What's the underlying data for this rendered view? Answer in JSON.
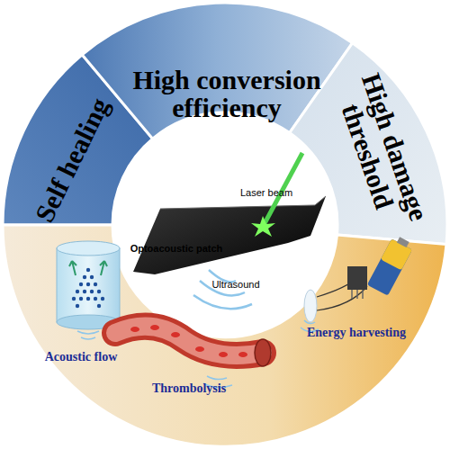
{
  "diagram": {
    "nodes": [
      {
        "text": [
          "Self healing"
        ]
      },
      {
        "text": [
          "High conversion efficiency"
        ]
      },
      {
        "text": [
          "High damage threshold"
        ]
      }
    ],
    "labels": [
      "Laser beam",
      "Optoacoustic patch",
      "Ultrasound",
      "Acoustic flow",
      "Thrombolysis",
      "Energy harvesting"
    ]
  }
}
